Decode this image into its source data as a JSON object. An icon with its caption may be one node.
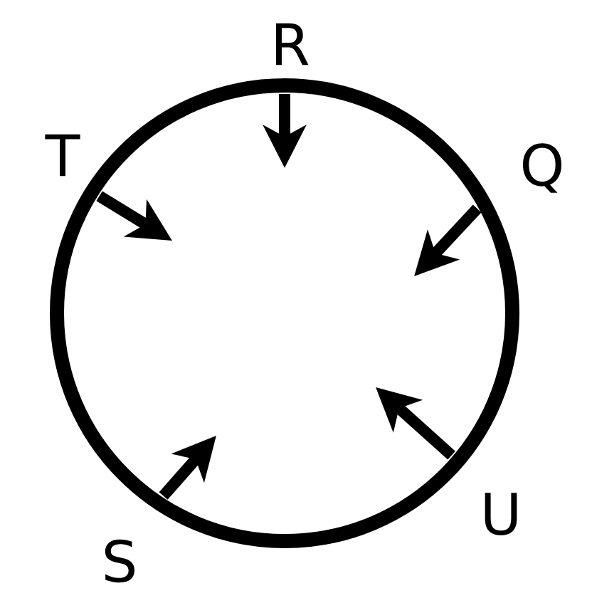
{
  "diagram": {
    "labels": [
      "R",
      "T",
      "Q",
      "U",
      "S"
    ]
  }
}
